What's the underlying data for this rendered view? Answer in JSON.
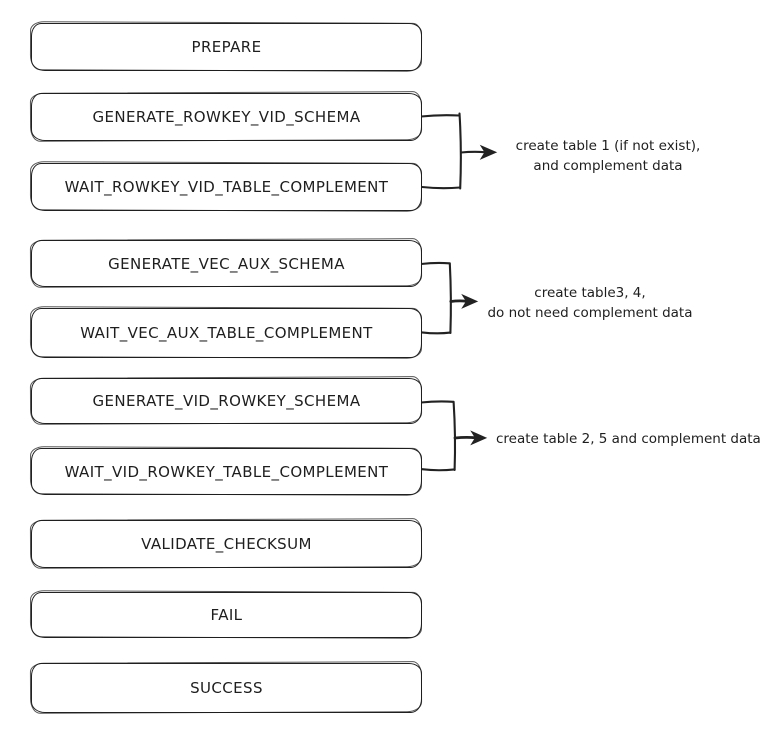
{
  "diagram": {
    "states": [
      {
        "label": "PREPARE"
      },
      {
        "label": "GENERATE_ROWKEY_VID_SCHEMA"
      },
      {
        "label": "WAIT_ROWKEY_VID_TABLE_COMPLEMENT"
      },
      {
        "label": "GENERATE_VEC_AUX_SCHEMA"
      },
      {
        "label": "WAIT_VEC_AUX_TABLE_COMPLEMENT"
      },
      {
        "label": "GENERATE_VID_ROWKEY_SCHEMA"
      },
      {
        "label": "WAIT_VID_ROWKEY_TABLE_COMPLEMENT"
      },
      {
        "label": "VALIDATE_CHECKSUM"
      },
      {
        "label": "FAIL"
      },
      {
        "label": "SUCCESS"
      }
    ],
    "annotations": [
      {
        "line1": "create table 1  (if not exist),",
        "line2": "and complement data"
      },
      {
        "line1": "create table3, 4,",
        "line2": "do not need complement data"
      },
      {
        "line1": "create table 2, 5 and complement data",
        "line2": ""
      }
    ],
    "colors": {
      "ink": "#1e1e1e",
      "background": "#ffffff"
    }
  }
}
